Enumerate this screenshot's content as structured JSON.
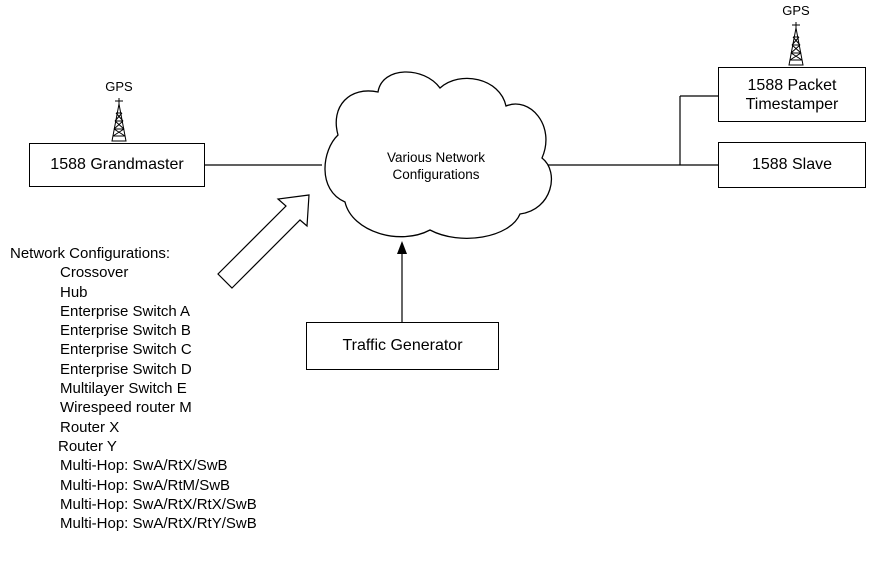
{
  "gps_label": "GPS",
  "grandmaster": {
    "label": "1588 Grandmaster"
  },
  "timestamper": {
    "line1": "1588 Packet",
    "line2": "Timestamper"
  },
  "slave": {
    "label": "1588 Slave"
  },
  "cloud": {
    "line1": "Various Network",
    "line2": "Configurations"
  },
  "traffic_generator": {
    "label": "Traffic Generator"
  },
  "configurations": {
    "title": "Network Configurations:",
    "items": [
      "Crossover",
      "Hub",
      "Enterprise Switch A",
      "Enterprise Switch B",
      "Enterprise Switch C",
      "Enterprise Switch D",
      "Multilayer Switch E",
      "Wirespeed router M",
      "Router X",
      "Router Y",
      "Multi-Hop: SwA/RtX/SwB",
      "Multi-Hop: SwA/RtM/SwB",
      "Multi-Hop: SwA/RtX/RtX/SwB",
      "Multi-Hop: SwA/RtX/RtY/SwB"
    ]
  }
}
